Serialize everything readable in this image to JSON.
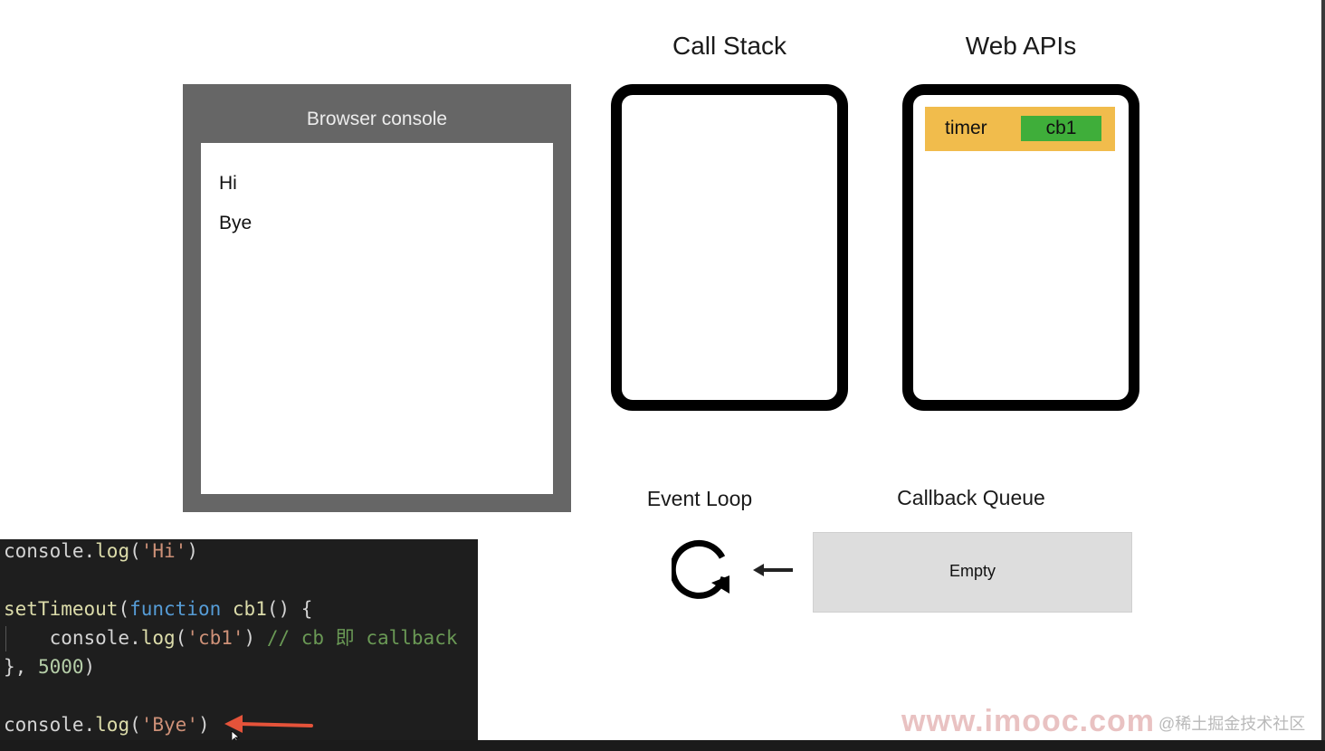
{
  "browser_console": {
    "title": "Browser console",
    "lines": [
      "Hi",
      "Bye"
    ]
  },
  "call_stack": {
    "title": "Call Stack"
  },
  "web_apis": {
    "title": "Web APIs",
    "timer": {
      "label": "timer",
      "callback": "cb1"
    }
  },
  "event_loop": {
    "title": "Event Loop",
    "icon": "refresh-loop-icon",
    "arrow_icon": "left-arrow-icon"
  },
  "callback_queue": {
    "title": "Callback Queue",
    "content": "Empty"
  },
  "code": {
    "line0": {
      "a": "console.",
      "b": "log",
      "c": "(",
      "d": "'Hi'",
      "e": ")"
    },
    "line2": {
      "a": "setTimeout",
      "b": "(",
      "c": "function",
      "d": " ",
      "e": "cb1",
      "f": "() {"
    },
    "line3": {
      "a": "    console.",
      "b": "log",
      "c": "(",
      "d": "'cb1'",
      "e": ") ",
      "f": "// cb 即 callback"
    },
    "line4": {
      "a": "}, ",
      "b": "5000",
      "c": ")"
    },
    "line6": {
      "a": "console.",
      "b": "log",
      "c": "(",
      "d": "'Bye'",
      "e": ")"
    }
  },
  "watermarks": {
    "imooc": "www.imooc.com",
    "juejin": "@稀土掘金技术社区"
  },
  "colors": {
    "console_frame": "#666666",
    "timer_bg": "#f1bc4c",
    "callback_chip": "#3fae3a",
    "queue_bg": "#dddddd",
    "code_bg": "#1e1e1e",
    "pointer_arrow": "#e5533a"
  }
}
